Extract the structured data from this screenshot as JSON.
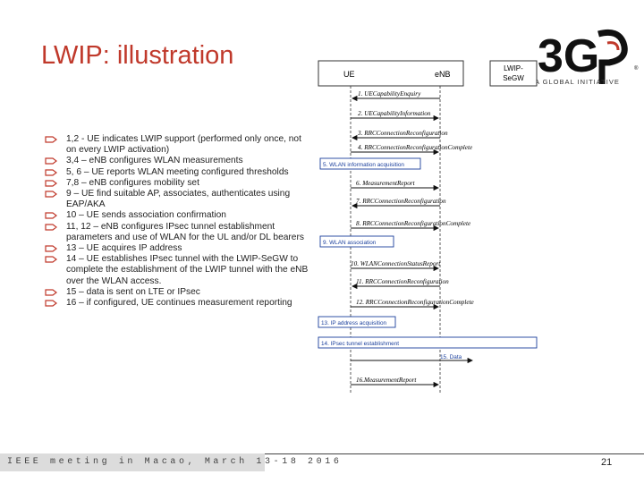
{
  "slide": {
    "title": "LWIP: illustration",
    "footer": "IEEE meeting in Macao, March 13-18 2016",
    "page_number": "21"
  },
  "logo": {
    "mark": "3GPP",
    "tagline": "A GLOBAL INITIATIVE",
    "accent_color": "#c0392b"
  },
  "bullets": [
    "1,2 - UE indicates LWIP support (performed only once, not on every LWIP activation)",
    "3,4 – eNB configures WLAN measurements",
    "5, 6 – UE reports WLAN meeting configured thresholds",
    "7,8 – eNB configures mobility set",
    "9 – UE find suitable AP, associates, authenticates using EAP/AKA",
    "10 – UE sends association confirmation",
    "11, 12 – eNB configures IPsec tunnel establishment parameters and use of WLAN for the UL and/or DL bearers",
    "13 – UE acquires IP address",
    "14 – UE establishes IPsec tunnel with the LWIP-SeGW to complete the establishment of the LWIP tunnel with the eNB over the WLAN access.",
    "15 – data is sent on LTE or IPsec",
    "16 – if configured, UE continues measurement reporting"
  ],
  "entities": {
    "ue": "UE",
    "enb": "eNB",
    "segw": "LWIP-SeGW"
  },
  "messages": [
    "1. UECapabilityEnquiry",
    "2. UECapabilityInformation",
    "3. RRCConnectionReconfiguration",
    "4. RRCConnectionReconfigurationComplete",
    "6. MeasurementReport",
    "7. RRCConnectionReconfiguration",
    "8. RRCConnectionReconfigurationComplete",
    "10. WLANConnectionStatusReport",
    "11. RRCConnectionReconfiguration",
    "12. RRCConnectionReconfigurationComplete",
    "16.MeasurementReport"
  ],
  "actions": {
    "a5": "5. WLAN information acquisition",
    "a9": "9. WLAN association",
    "a13": "13. IP address acquisition",
    "a14": "14. IPsec tunnel establishment",
    "a15": "15. Data"
  },
  "colors": {
    "title": "#c0392b",
    "action_box": "#1a3f9c",
    "bullet_marker": "#c0392b"
  }
}
